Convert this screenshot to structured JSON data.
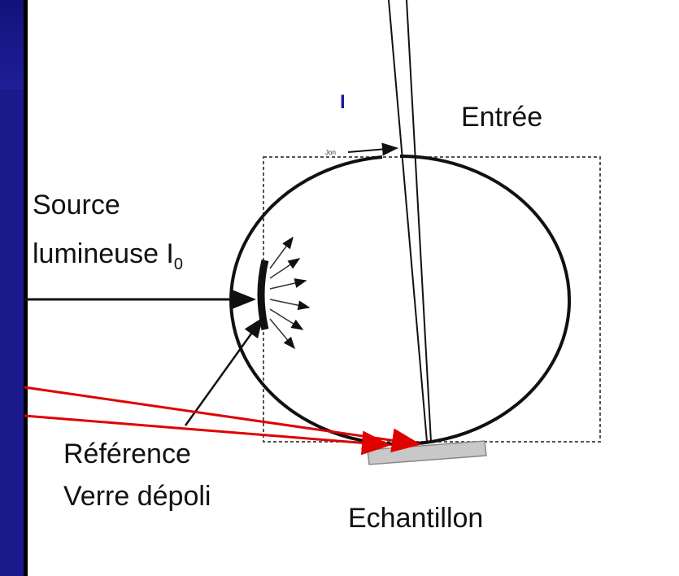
{
  "labels": {
    "entree": "Entrée",
    "source_line1": "Source",
    "source_line2": "lumineuse I",
    "source_sub": "0",
    "intensity": "I",
    "reference_line1": "Référence",
    "reference_line2": "Verre dépoli",
    "echantillon": "Echantillon"
  },
  "colors": {
    "slide_background": "#1a1a8c",
    "canvas": "#ffffff",
    "diagram_lines": "#111111",
    "pointer_arrows": "#e00000",
    "sample_plate": "#c8c8c8",
    "intensity_label": "#1a1a9a"
  }
}
